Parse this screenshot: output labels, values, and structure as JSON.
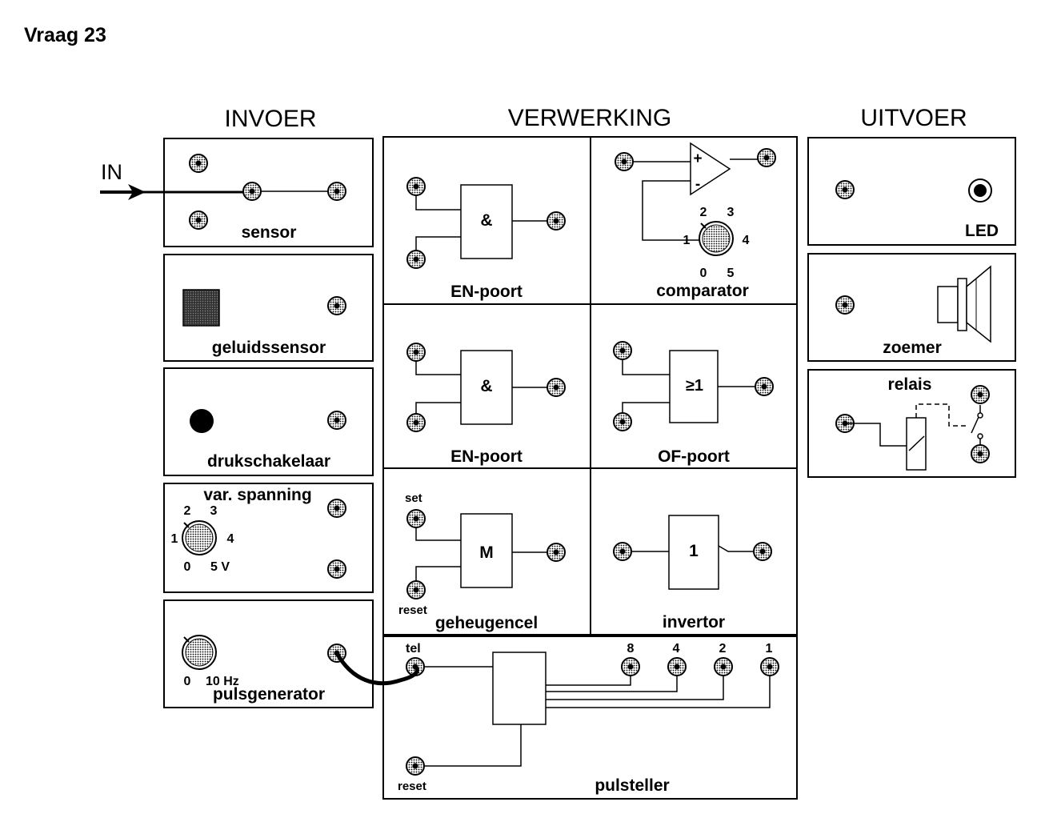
{
  "question_title": "Vraag 23",
  "sections": {
    "input": "INVOER",
    "processing": "VERWERKING",
    "output": "UITVOER"
  },
  "in_label": "IN",
  "input_panels": {
    "sensor": "sensor",
    "sound_sensor": "geluidssensor",
    "push_switch": "drukschakelaar",
    "var_voltage": "var. spanning",
    "pulse_generator": "pulsgenerator"
  },
  "dial_labels": {
    "d0": "0",
    "d1": "1",
    "d2": "2",
    "d3": "3",
    "d4": "4",
    "d5": "5"
  },
  "var_voltage_unit": "5 V",
  "pulse_gen_scale": {
    "min": "0",
    "max": "10 Hz"
  },
  "processing_panels": {
    "and1": "EN-poort",
    "comparator": "comparator",
    "and2": "EN-poort",
    "or_gate": "OF-poort",
    "memory": "geheugencel",
    "inverter": "invertor",
    "counter": "pulsteller"
  },
  "gate_symbols": {
    "and": "&",
    "or": "≥1",
    "memory": "M",
    "inverter": "1",
    "plus": "+",
    "minus": "-"
  },
  "memory_inputs": {
    "set": "set",
    "reset": "reset"
  },
  "counter_inputs": {
    "count": "tel",
    "reset": "reset"
  },
  "counter_outputs": [
    "8",
    "4",
    "2",
    "1"
  ],
  "output_panels": {
    "led": "LED",
    "buzzer": "zoemer",
    "relay": "relais"
  },
  "colors": {
    "ink": "#000000",
    "socket_fill": "#bdbdbd",
    "background": "#ffffff"
  },
  "icons": [
    "socket-icon",
    "arrow-icon",
    "dial-icon",
    "square-sensor-icon",
    "push-button-icon",
    "speaker-icon",
    "relay-coil-icon",
    "switch-contact-icon"
  ]
}
